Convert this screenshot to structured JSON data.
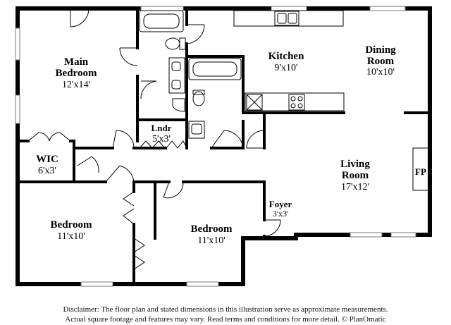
{
  "rooms": {
    "main_bedroom": {
      "name1": "Main",
      "name2": "Bedroom",
      "dim": "12'x14'"
    },
    "kitchen": {
      "name": "Kitchen",
      "dim": "9'x10'"
    },
    "dining_room": {
      "name1": "Dining",
      "name2": "Room",
      "dim": "10'x10'"
    },
    "laundry": {
      "name": "Lndr",
      "dim": "5'x3'"
    },
    "wic": {
      "name": "WIC",
      "dim": "6'x3'"
    },
    "living_room": {
      "name1": "Living",
      "name2": "Room",
      "dim": "17'x12'"
    },
    "fireplace": {
      "name": "FP"
    },
    "foyer": {
      "name": "Foyer",
      "dim": "3'x3'"
    },
    "bedroom_left": {
      "name": "Bedroom",
      "dim": "11'x10'"
    },
    "bedroom_center": {
      "name": "Bedroom",
      "dim": "11'x10'"
    }
  },
  "disclaimer": {
    "line1": "Disclaimer: The floor plan and stated dimensions in this illustration serve as approximate measurements.",
    "line2": "Actual square footage and features may vary. Read terms and conditions for more detail. © PlanOmatic"
  }
}
